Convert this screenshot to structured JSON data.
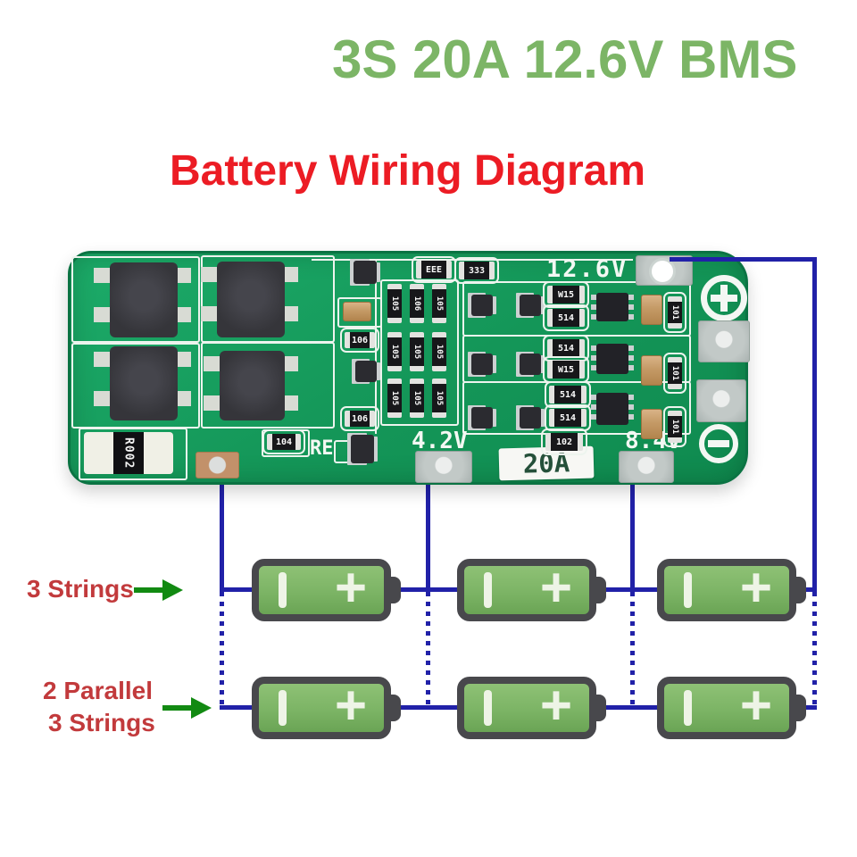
{
  "titles": {
    "product": "3S 20A 12.6V BMS",
    "diagram": "Battery Wiring Diagram"
  },
  "board": {
    "silkscreen": {
      "pack_voltage": "12.6V",
      "cell_voltage": "4.2V",
      "double_cell_voltage": "8.4V",
      "current_rating": "20A",
      "re_label": "RE",
      "shunt_label": "R002"
    },
    "chips": {
      "top": [
        "EEE",
        "333"
      ],
      "col_a": [
        "105",
        "106",
        "105"
      ],
      "col_b": [
        "105",
        "105",
        "105"
      ],
      "col_c": [
        "105",
        "105",
        "105"
      ],
      "caps106": [
        "106",
        "106"
      ],
      "r104": "104",
      "r102": "102",
      "stacks": [
        [
          "W15",
          "514"
        ],
        [
          "514",
          "W15"
        ],
        [
          "514",
          "514"
        ]
      ],
      "r101": [
        "101",
        "101",
        "101"
      ]
    }
  },
  "wiring": {
    "row1_label": "3 Strings",
    "row2_label_line1": "2 Parallel",
    "row2_label_line2": "3 Strings"
  },
  "battery": {
    "plus_symbol": "+"
  },
  "icons": {
    "plus_terminal": "circle-plus",
    "minus_terminal": "circle-minus",
    "row_arrows": "green-right-arrow",
    "battery_minus": "white-vertical-bar",
    "battery_plus": "white-plus"
  },
  "colors": {
    "title_green": "#7cb566",
    "title_red": "#ec1c24",
    "label_red": "#c23a3c",
    "arrow_green": "#128a12",
    "wire_blue": "#2121a8",
    "board_green": "#149658",
    "battery_green": "#7cb465"
  }
}
